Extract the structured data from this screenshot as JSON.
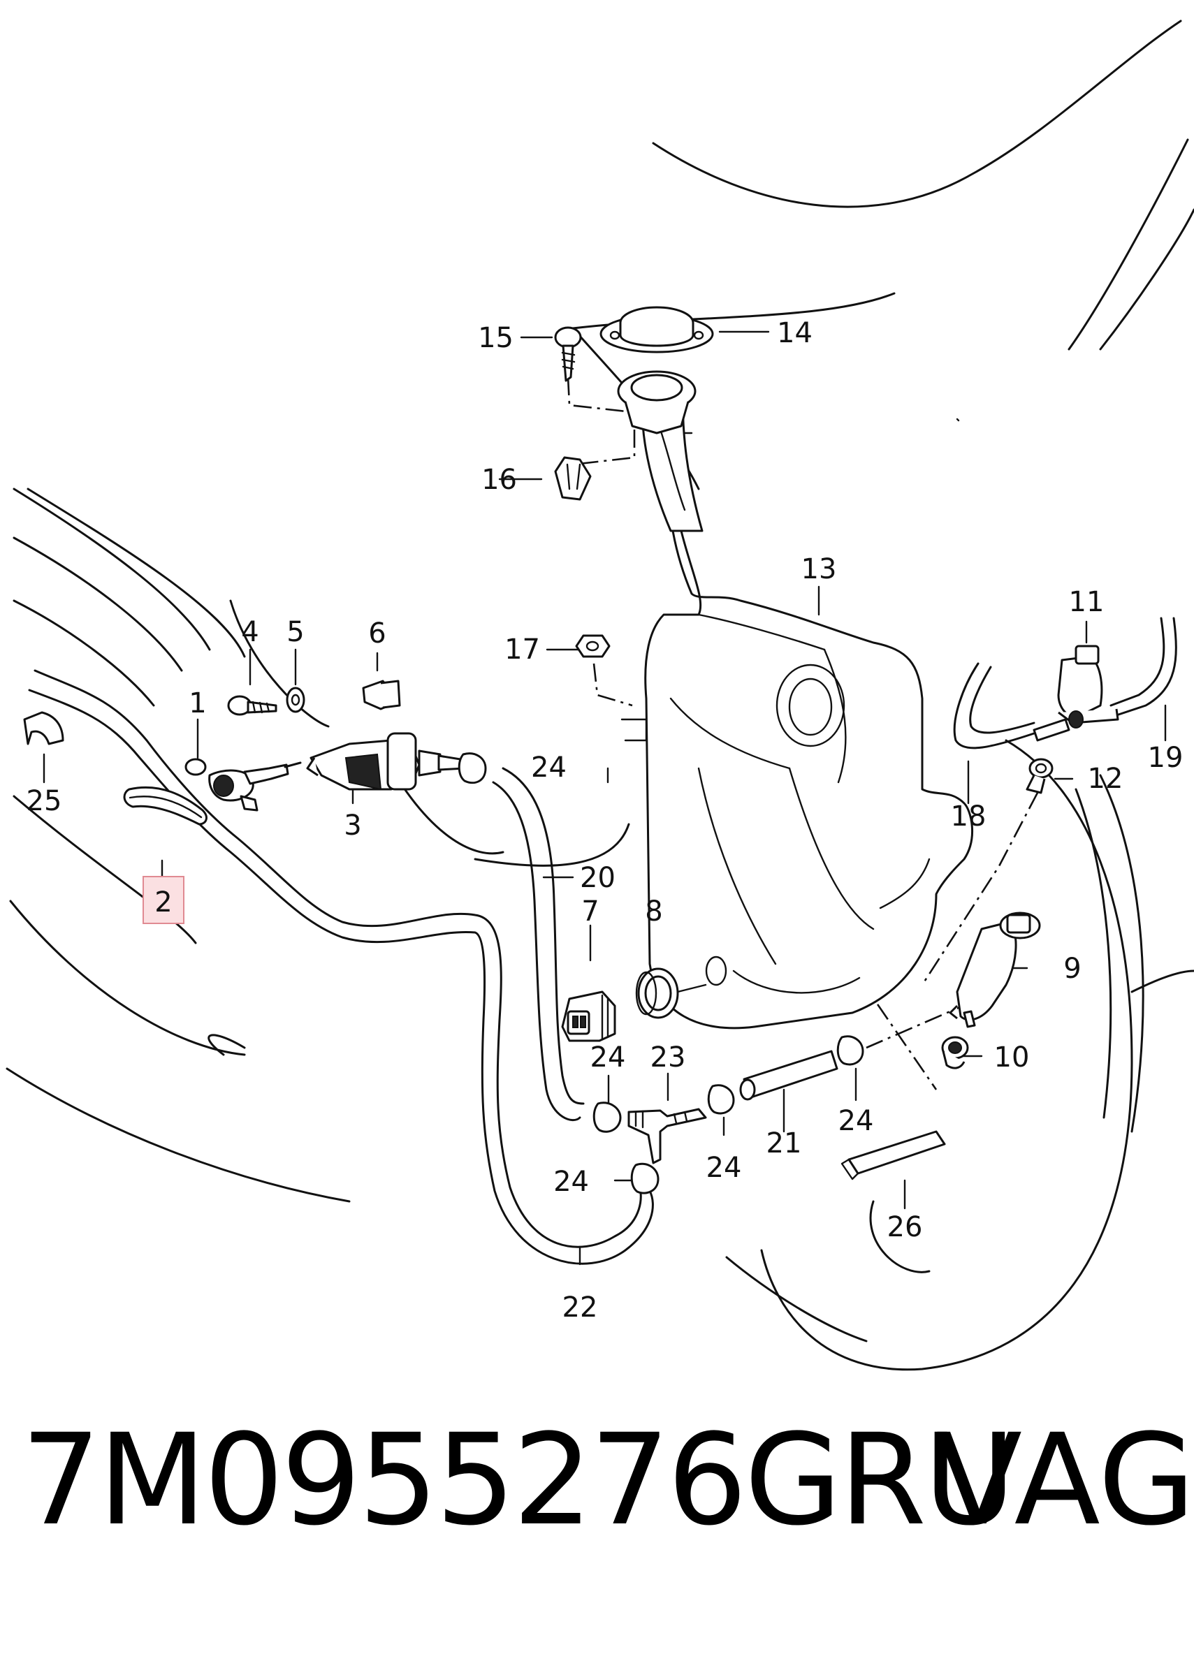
{
  "callouts": {
    "c1": "1",
    "c2": "2",
    "c3": "3",
    "c4": "4",
    "c5": "5",
    "c6": "6",
    "c7": "7",
    "c8": "8",
    "c9": "9",
    "c10": "10",
    "c11": "11",
    "c12": "12",
    "c13": "13",
    "c14": "14",
    "c15": "15",
    "c16": "16",
    "c17": "17",
    "c18": "18",
    "c19": "19",
    "c20": "20",
    "c21": "21",
    "c22": "22",
    "c23": "23",
    "c24a": "24",
    "c24b": "24",
    "c24c": "24",
    "c24d": "24",
    "c24e": "24",
    "c25": "25",
    "c26": "26"
  },
  "highlighted_callout": "2",
  "highlight_color": "#fbe0e2",
  "footer": {
    "part_number": "7M0955276GRU",
    "brand": "VAG"
  }
}
